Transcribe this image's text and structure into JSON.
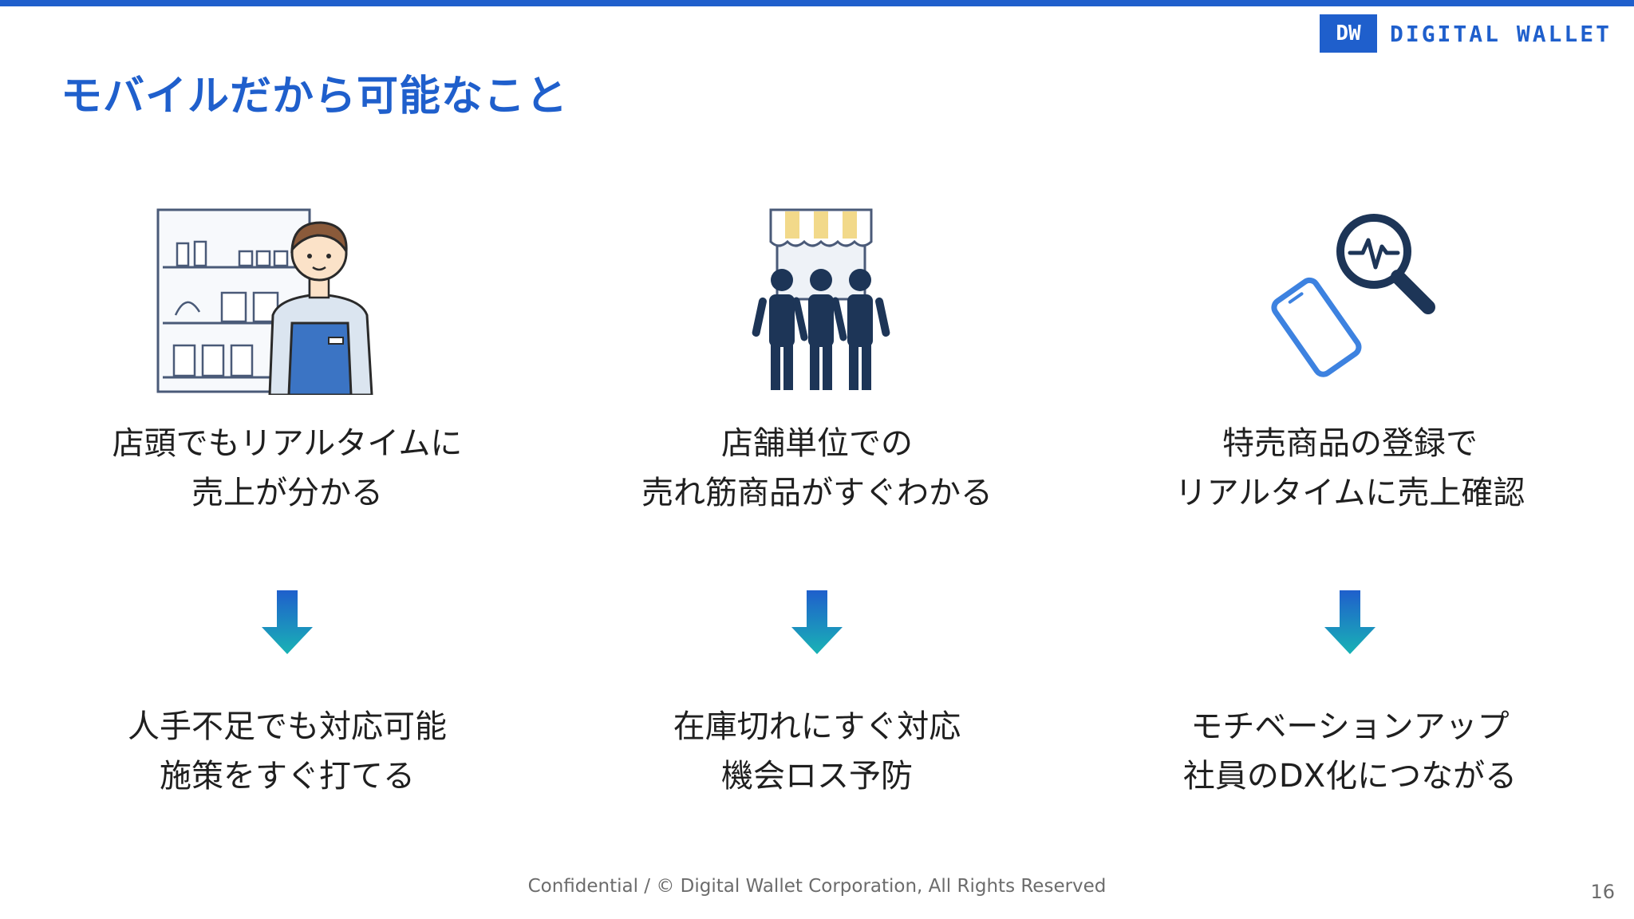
{
  "slide": {
    "title": "モバイルだから可能なこと",
    "page_number": "16",
    "footer": "Confidential  /  © Digital Wallet Corporation, All Rights Reserved"
  },
  "logo": {
    "mark": "DW",
    "name": "DIGITAL WALLET"
  },
  "colors": {
    "accent": "#1f5fcc",
    "dark_navy": "#1d3557",
    "arrow_top": "#1f5fcc",
    "arrow_bottom": "#19b3b5"
  },
  "columns": [
    {
      "icon": "store-clerk-icon",
      "heading": [
        "店頭でもリアルタイムに",
        "売上が分かる"
      ],
      "result": [
        "人手不足でも対応可能",
        "施策をすぐ打てる"
      ]
    },
    {
      "icon": "storefront-people-icon",
      "heading": [
        "店舗単位での",
        "売れ筋商品がすぐわかる"
      ],
      "result": [
        "在庫切れにすぐ対応",
        "機会ロス予防"
      ]
    },
    {
      "icon": "phone-magnifier-icon",
      "heading": [
        "特売商品の登録で",
        "リアルタイムに売上確認"
      ],
      "result": [
        "モチベーションアップ",
        "社員のDX化につながる"
      ]
    }
  ]
}
